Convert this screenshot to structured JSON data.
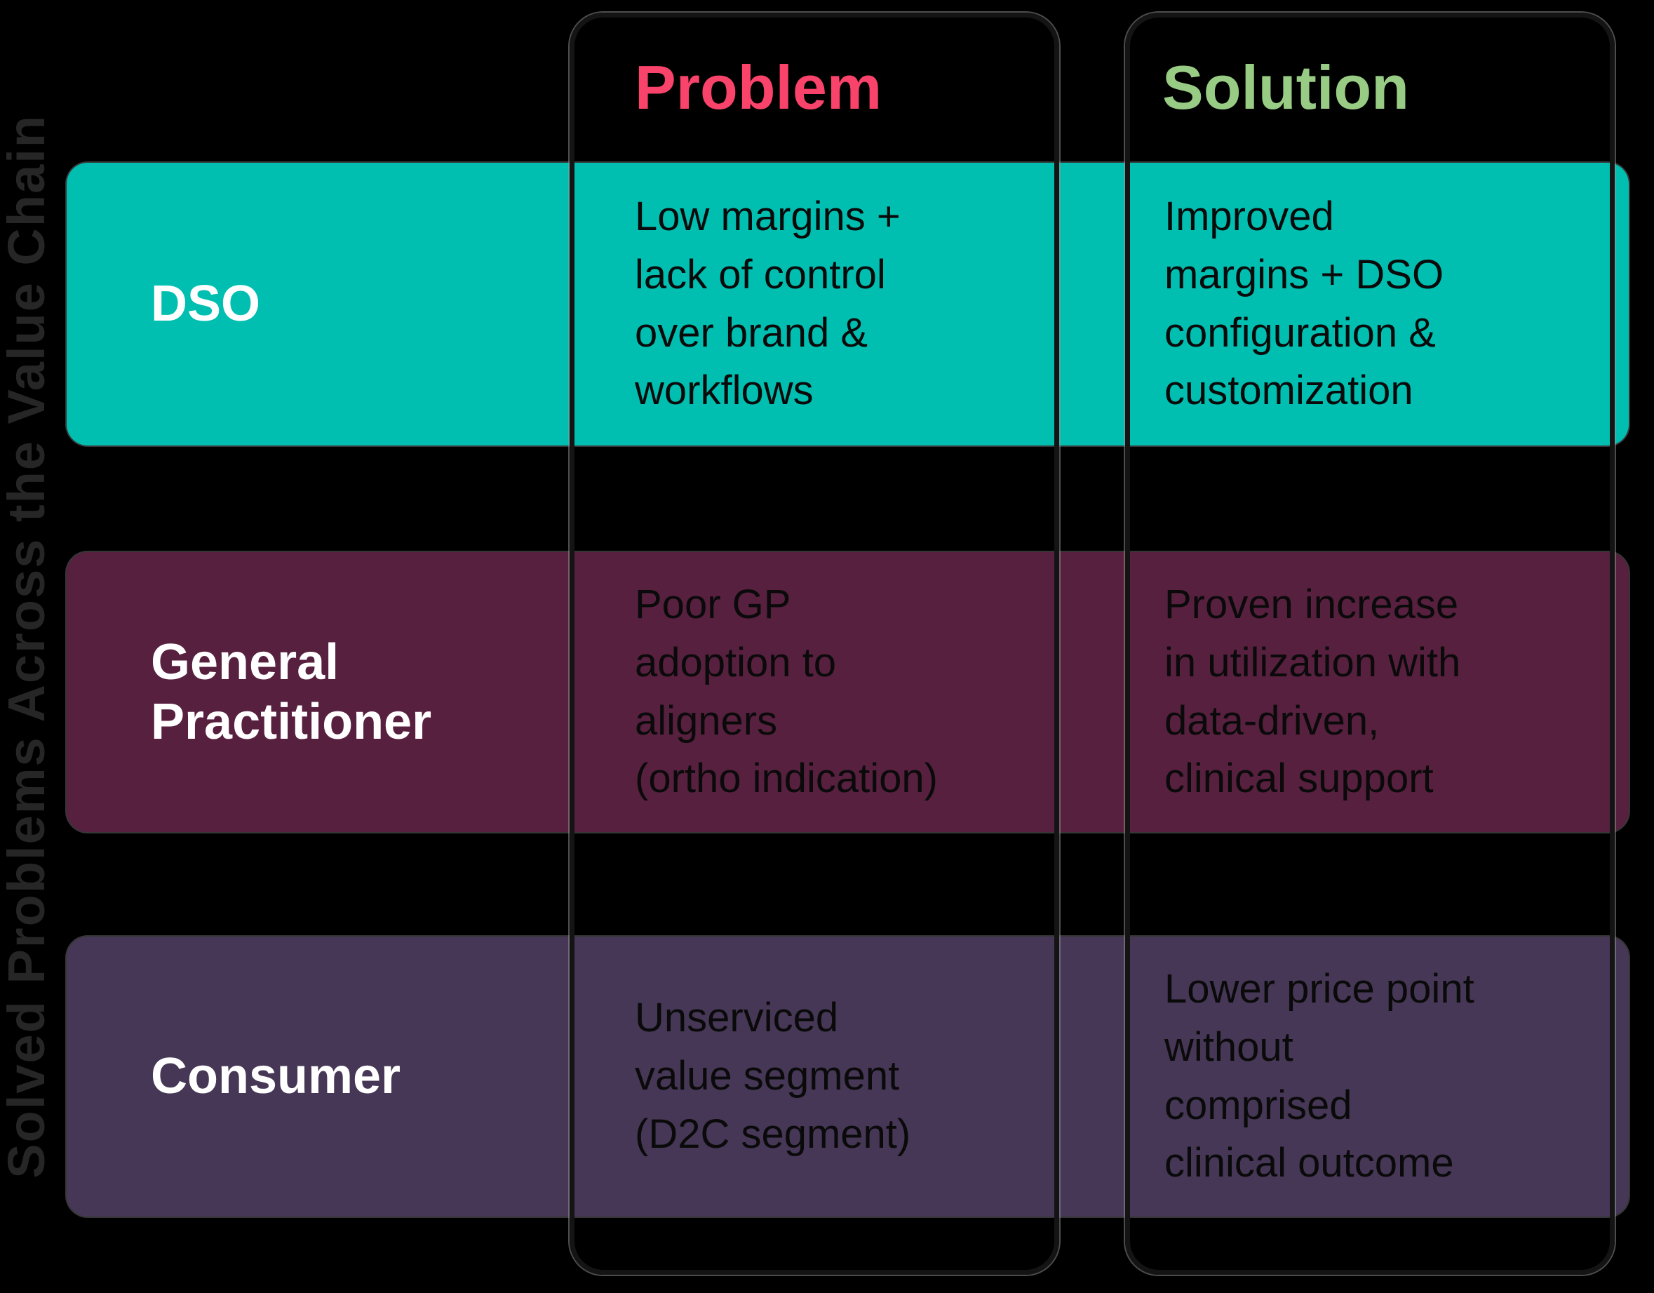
{
  "side_label": "Solved Problems Across the Value Chain",
  "columns": {
    "problem": "Problem",
    "solution": "Solution"
  },
  "rows": [
    {
      "label": "DSO",
      "problem": "Low margins +\nlack of control\nover brand &\nworkflows",
      "solution": "Improved\nmargins + DSO\nconfiguration &\ncustomization"
    },
    {
      "label": "General\nPractitioner",
      "problem": "Poor GP\nadoption to\naligners\n(ortho indication)",
      "solution": "Proven increase\nin utilization with\ndata-driven,\nclinical support"
    },
    {
      "label": "Consumer",
      "problem": "Unserviced\nvalue segment\n(D2C segment)",
      "solution": "Lower price point\nwithout\ncomprised\nclinical outcome"
    }
  ],
  "colors": {
    "background": "#000000",
    "row-dso": "#00BFB1",
    "row-gp": "#57203F",
    "row-consumer": "#463756",
    "problem-header": "#F9436A",
    "solution-header": "#98CC85",
    "row-label-text": "#FFFFFF",
    "cell-text": "#0A0A0A",
    "box-border": "#141414",
    "side-label-text": "#262626"
  }
}
